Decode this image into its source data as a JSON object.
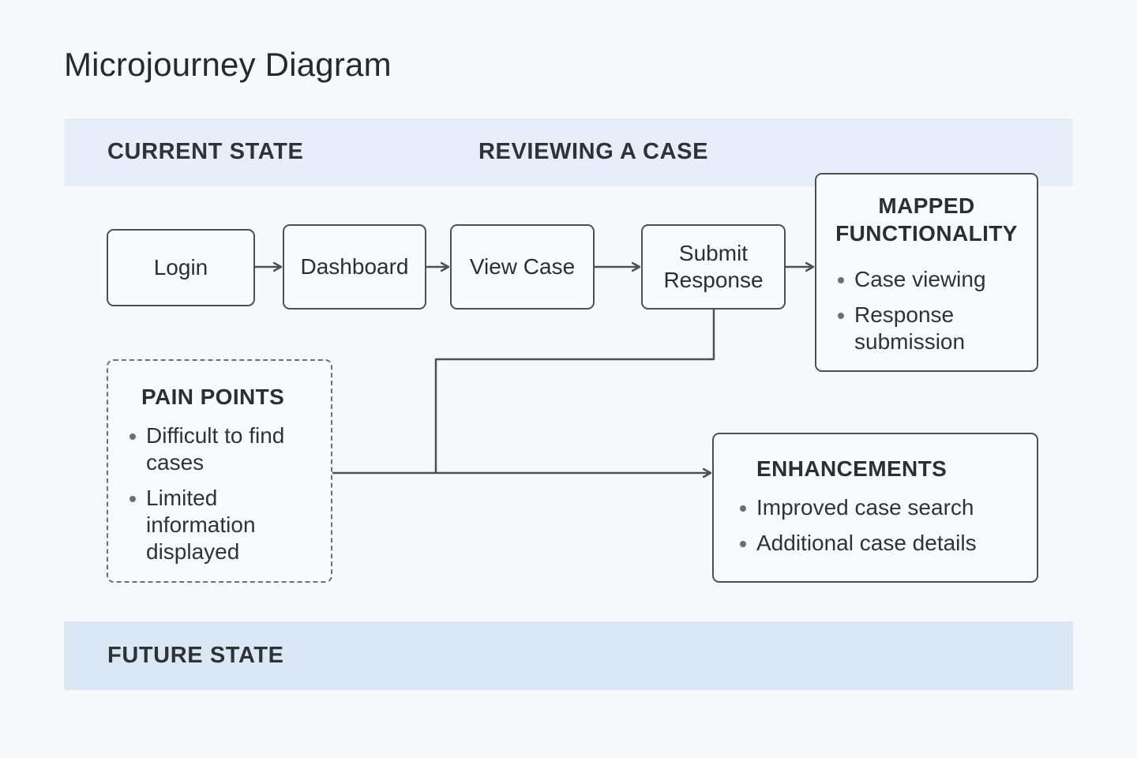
{
  "title": "Microjourney Diagram",
  "bands": {
    "current_label": "CURRENT STATE",
    "journey_label": "REVIEWING A CASE",
    "future_label": "FUTURE STATE"
  },
  "steps": {
    "login": "Login",
    "dashboard": "Dashboard",
    "view_case": "View Case",
    "submit_response": "Submit Response"
  },
  "mapped_functionality": {
    "heading": "MAPPED FUNCTIONALITY",
    "items": [
      "Case viewing",
      "Response submission"
    ]
  },
  "pain_points": {
    "heading": "PAIN POINTS",
    "items": [
      "Difficult to find cases",
      "Limited information displayed"
    ]
  },
  "enhancements": {
    "heading": "ENHANCEMENTS",
    "items": [
      "Improved case search",
      "Additional case details"
    ]
  },
  "colors": {
    "band_current": "#e7eef9",
    "band_future": "#dce7f6",
    "stroke": "#4b5055",
    "background": "#f7f8fa"
  }
}
